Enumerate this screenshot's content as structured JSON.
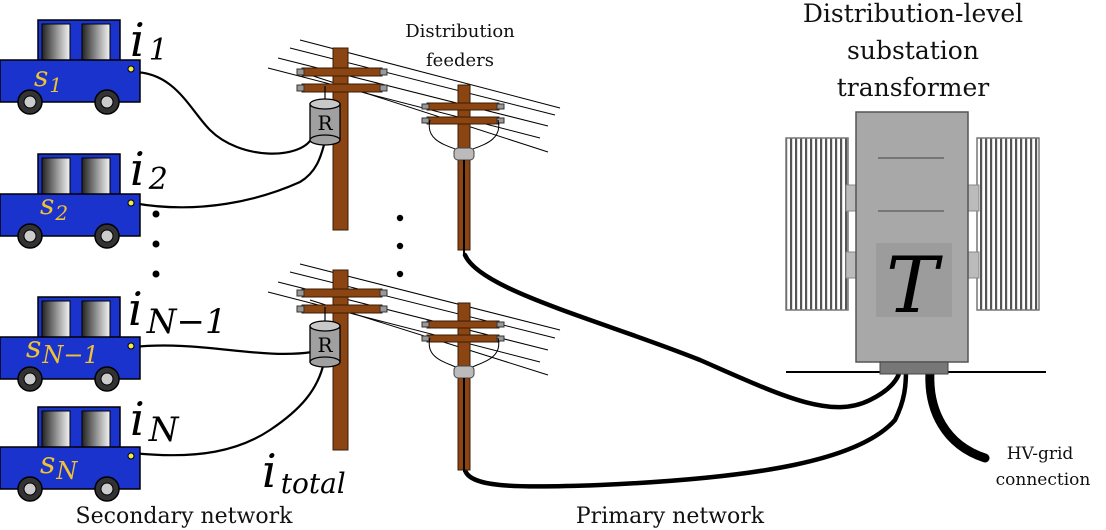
{
  "labels": {
    "feeders_line1": "Distribution",
    "feeders_line2": "feeders",
    "substation_line1": "Distribution-level",
    "substation_line2": "substation",
    "substation_line3": "transformer",
    "transformer_symbol": "T",
    "hv_line1": "HV-grid",
    "hv_line2": "connection",
    "secondary_network": "Secondary network",
    "primary_network": "Primary network",
    "regulator_letter": "R",
    "total_current_base": "i",
    "total_current_sub": "total"
  },
  "vehicles": [
    {
      "current_base": "i",
      "current_sub": "1",
      "state_base": "s",
      "state_sub": "1"
    },
    {
      "current_base": "i",
      "current_sub": "2",
      "state_base": "s",
      "state_sub": "2"
    },
    {
      "current_base": "i",
      "current_sub": "N−1",
      "state_base": "s",
      "state_sub": "N−1"
    },
    {
      "current_base": "i",
      "current_sub": "N",
      "state_base": "s",
      "state_sub": "N"
    }
  ],
  "colors": {
    "car_body": "#1a33cc",
    "pole_wood": "#8b4513",
    "transformer_gray": "#a8a8a8",
    "car_label": "#f2c230"
  }
}
